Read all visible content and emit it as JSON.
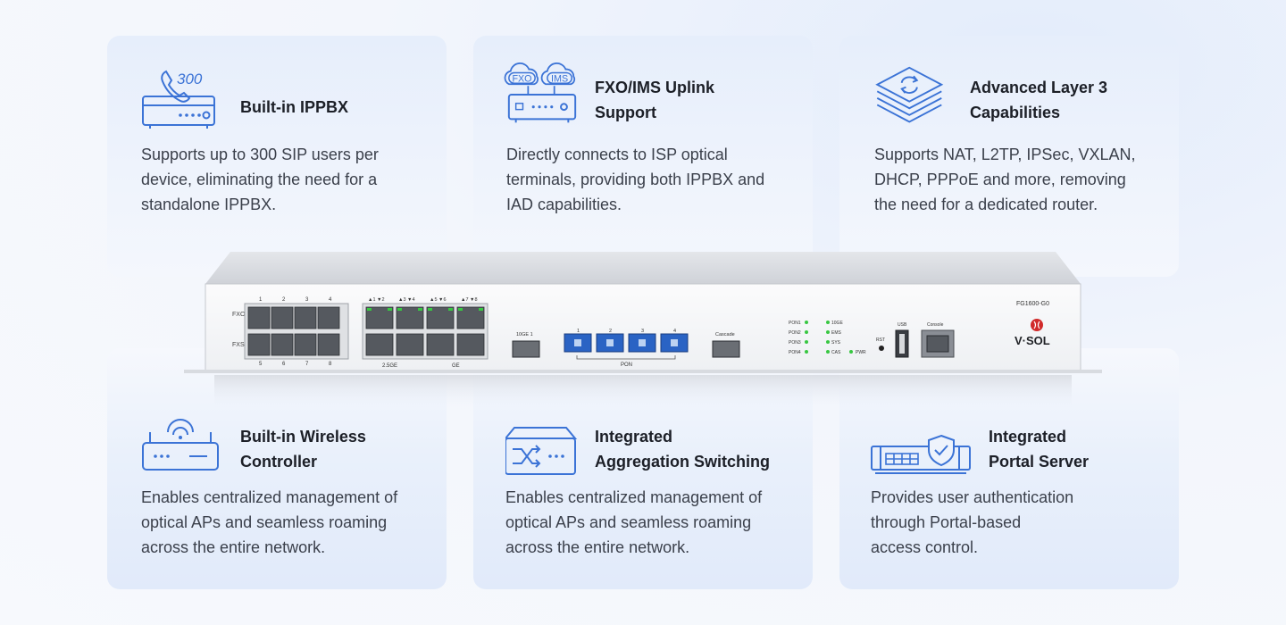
{
  "colors": {
    "icon": "#3b73d6",
    "card_top": "#e6eefb",
    "title": "#1c1f27",
    "text": "#3b404b",
    "led": "#38c742",
    "port_blue": "#2a63c4"
  },
  "features": [
    {
      "icon": "pbx-phone-icon",
      "badge": "300",
      "title": "Built-in IPPBX",
      "desc_lines": [
        "Supports up to 300 SIP users per",
        "device, eliminating the need for a",
        "standalone IPPBX."
      ]
    },
    {
      "icon": "cloud-uplink-icon",
      "badges": [
        "FXO",
        "IMS"
      ],
      "title_lines": [
        "FXO/IMS Uplink",
        "Support"
      ],
      "desc_lines": [
        "Directly connects to ISP optical",
        "terminals, providing both IPPBX and",
        "IAD capabilities."
      ]
    },
    {
      "icon": "layers-icon",
      "title_lines": [
        "Advanced Layer 3",
        "Capabilities"
      ],
      "desc_lines": [
        "Supports NAT, L2TP, IPSec, VXLAN,",
        "DHCP, PPPoE and more, removing",
        "the need for a dedicated router."
      ]
    },
    {
      "icon": "wifi-router-icon",
      "title_lines": [
        "Built-in Wireless",
        "Controller"
      ],
      "desc_lines": [
        "Enables centralized management of",
        "optical APs and seamless roaming",
        "across the entire network."
      ]
    },
    {
      "icon": "switch-shuffle-icon",
      "title_lines": [
        "Integrated",
        "Aggregation Switching"
      ],
      "desc_lines": [
        "Enables centralized management of",
        "optical APs and seamless roaming",
        "across the entire network."
      ]
    },
    {
      "icon": "portal-shield-icon",
      "title_lines": [
        "Integrated",
        "Portal Server"
      ],
      "desc_lines": [
        "Provides user authentication",
        "through Portal-based",
        "access control."
      ]
    }
  ],
  "device": {
    "model": "FG1600-G0",
    "brand": "V·SOL",
    "fxo_label": "FXO",
    "fxs_label": "FXS",
    "top_numbers": [
      "1",
      "2",
      "3",
      "4"
    ],
    "bottom_numbers": [
      "5",
      "6",
      "7",
      "8"
    ],
    "ge_numbers": [
      "▲1 ▼2",
      "▲3 ▼4",
      "▲5 ▼6",
      "▲7 ▼8"
    ],
    "label_25ge": "2.5GE",
    "label_ge": "GE",
    "label_10ge": "10GE 1",
    "pon_numbers": [
      "1",
      "2",
      "3",
      "4"
    ],
    "label_pon": "PON",
    "label_cascade": "Cascade",
    "leds_left": [
      "PON1",
      "PON2",
      "PON3",
      "PON4"
    ],
    "leds_right": [
      "10GE",
      "EMS",
      "SYS",
      "CAS"
    ],
    "label_pwr": "PWR",
    "label_rst": "RST",
    "label_usb": "USB",
    "label_console": "Console"
  }
}
